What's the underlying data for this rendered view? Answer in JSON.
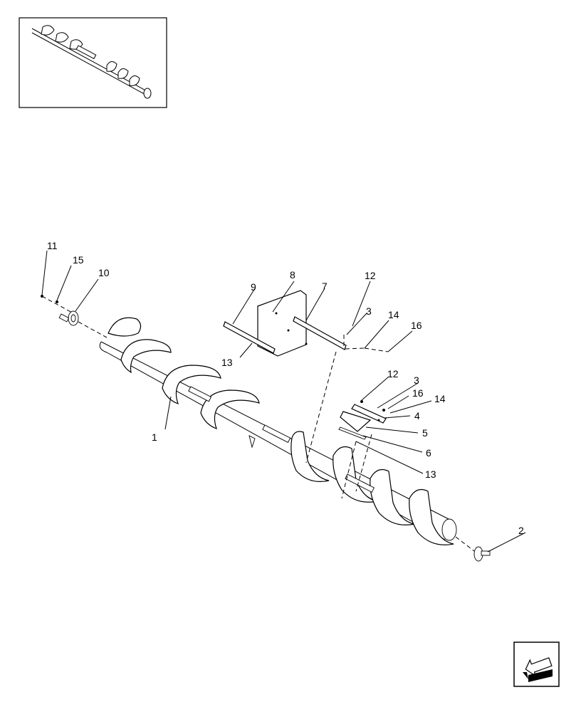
{
  "callouts": {
    "c1": "1",
    "c2": "2",
    "c3a": "3",
    "c3b": "3",
    "c4": "4",
    "c5": "5",
    "c6": "6",
    "c7": "7",
    "c8": "8",
    "c9": "9",
    "c10": "10",
    "c11": "11",
    "c12a": "12",
    "c12b": "12",
    "c13a": "13",
    "c13b": "13",
    "c14a": "14",
    "c14b": "14",
    "c15": "15",
    "c16a": "16",
    "c16b": "16"
  },
  "icons": {
    "thumbnail": "auger-thumbnail-icon",
    "nav": "back-arrow-icon"
  }
}
